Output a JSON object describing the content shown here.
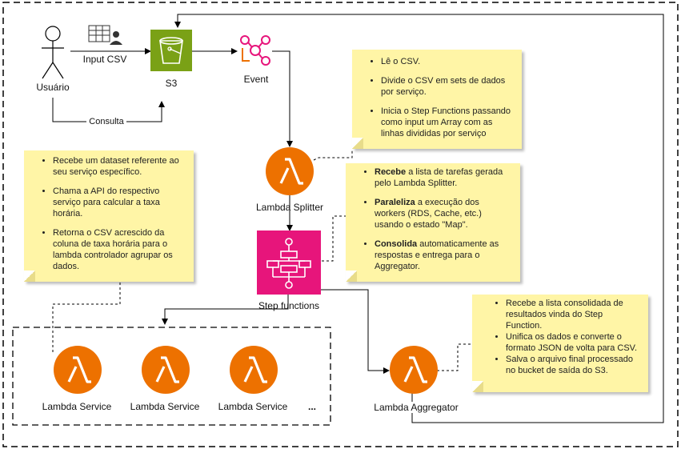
{
  "labels": {
    "user": "Usuário",
    "input_csv": "Input CSV",
    "s3": "S3",
    "event": "Event",
    "consulta": "Consulta",
    "lambda_splitter": "Lambda Splitter",
    "step_functions": "Step functions",
    "lambda_service_1": "Lambda Service",
    "lambda_service_2": "Lambda Service",
    "lambda_service_3": "Lambda Service",
    "more": "...",
    "lambda_aggregator": "Lambda Aggregator"
  },
  "notes": {
    "splitter": [
      "Lê o CSV.",
      "Divide o CSV em sets de dados por serviço.",
      "Inicia o Step Functions passando como input um Array com as linhas divididas por serviço"
    ],
    "service": [
      "Recebe um dataset referente ao seu serviço específico.",
      "Chama a API do respectivo serviço para calcular a taxa horária.",
      "Retorna o CSV acrescido da coluna de taxa horária para o lambda controlador agrupar os dados."
    ],
    "stepfn": [
      {
        "bold": "Recebe",
        "rest": " a lista de tarefas gerada pelo Lambda Splitter."
      },
      {
        "bold": "Paraleliza",
        "rest": " a execução dos workers (RDS, Cache, etc.) usando o estado \"Map\"."
      },
      {
        "bold": "Consolida",
        "rest": " automaticamente as respostas e entrega para o Aggregator."
      }
    ],
    "aggregator": [
      "Recebe a lista consolidada de resultados vinda do Step Function.",
      "Unifica os dados e converte o formato JSON de volta para CSV.",
      "Salva o arquivo final processado no bucket de saída do S3."
    ]
  },
  "colors": {
    "s3_green": "#7aa116",
    "lambda_orange": "#ed7100",
    "event_pink": "#e7157b",
    "stepfn_pink": "#e7157b",
    "note_yellow": "#fff5a6"
  },
  "icons": [
    "user-icon",
    "table-user-icon",
    "s3-bucket-icon",
    "eventbridge-icon",
    "lambda-icon",
    "step-functions-icon"
  ]
}
